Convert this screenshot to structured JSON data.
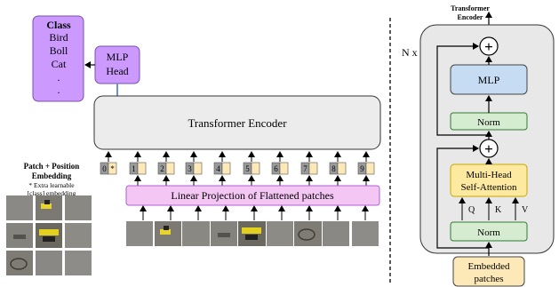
{
  "class_box": {
    "title": "Class",
    "items": [
      "Bird",
      "Boll",
      "Cat",
      ".",
      "."
    ],
    "color": "#cc99ff"
  },
  "mlp_head": {
    "line1": "MLP",
    "line2": "Head",
    "color": "#cc99ff"
  },
  "transformer_encoder_label": "Transformer Encoder",
  "patch_embedding": {
    "title_line1": "Patch + Position",
    "title_line2": "Embedding",
    "note_line1": "* Extra learnable",
    "note_line2": "[class] embedding"
  },
  "tokens": {
    "class_token_number": "0",
    "class_token_star": "*",
    "position_numbers": [
      "1",
      "2",
      "3",
      "4",
      "5",
      "6",
      "7",
      "8",
      "9"
    ],
    "position_color": "#999999",
    "patch_color": "#fde9b8"
  },
  "linear_projection": {
    "label": "Linear Projection of Flattened patches",
    "color": "#f4c6f4",
    "border": "#b15fd4"
  },
  "encoder_block": {
    "title_line1": "Transformer",
    "title_line2": "Encoder",
    "repeat_label": "N x",
    "mlp": {
      "label": "MLP",
      "color": "#c5dcf2"
    },
    "norm_top": {
      "label": "Norm",
      "color": "#d6ecd0"
    },
    "attention": {
      "line1": "Multi-Head",
      "line2": "Self-Attention",
      "color": "#fde9a0"
    },
    "qkv": {
      "q": "Q",
      "k": "K",
      "v": "V"
    },
    "norm_bottom": {
      "label": "Norm",
      "color": "#d6ecd0"
    },
    "plus_symbol": "+",
    "embedded": {
      "line1": "Embedded",
      "line2": "patches",
      "color": "#fde9b8"
    },
    "bg_color": "#e8e8e8"
  }
}
